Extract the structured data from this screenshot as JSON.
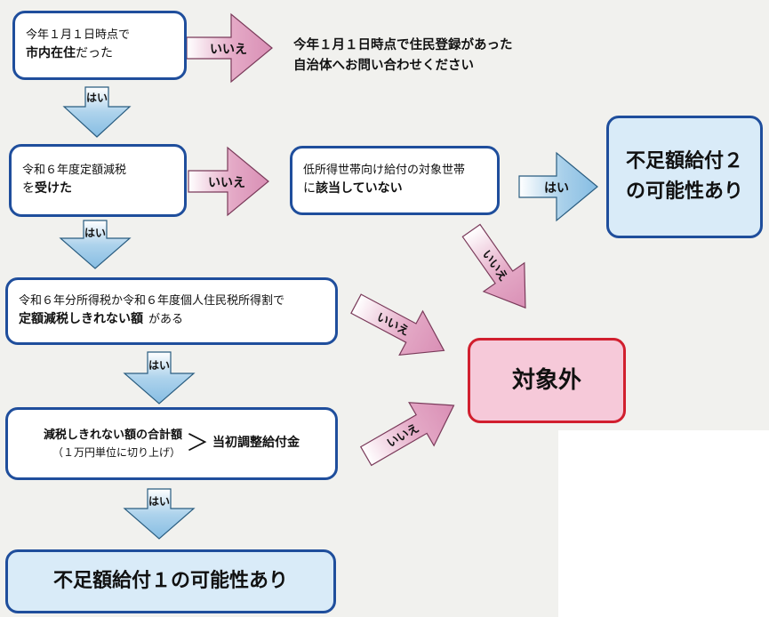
{
  "boxes": {
    "q1": {
      "line1": "今年１月１日時点で",
      "line2_bold": "市内在住",
      "line2_rest": "だった"
    },
    "q1_no_text": {
      "line1": "今年１月１日時点で住民登録があった",
      "line2": "自治体へお問い合わせください"
    },
    "q2": {
      "line1": "令和６年度定額減税",
      "line2_rest": "を",
      "line2_bold": "受けた"
    },
    "q3": {
      "line1": "低所得世帯向け給付の対象世帯",
      "line2_rest": "に",
      "line2_bold": "該当していない"
    },
    "q4": {
      "line1": "令和６年分所得税か令和６年度個人住民税所得割で",
      "line2_bold": "定額減税しきれない額",
      "line2_rest": "がある"
    },
    "q5": {
      "line1_bold": "減税しきれない額の合計額",
      "line2": "（１万円単位に切り上げ）",
      "gt": "＞",
      "compare_bold": "当初調整給付金"
    },
    "result_2": {
      "line1": "不足額給付２",
      "line2": "の可能性あり"
    },
    "result_none": "対象外",
    "result_1": "不足額給付１の可能性あり"
  },
  "arrows": {
    "yes": "はい",
    "no": "いいえ"
  },
  "colors": {
    "border_blue": "#1f4e9c",
    "result_blue": "#d9ebf8",
    "result_pink": "#f6c9d9",
    "border_red": "#d11f2e",
    "arrow_pink": "#dfa6c2",
    "arrow_blue": "#a7cee8"
  }
}
